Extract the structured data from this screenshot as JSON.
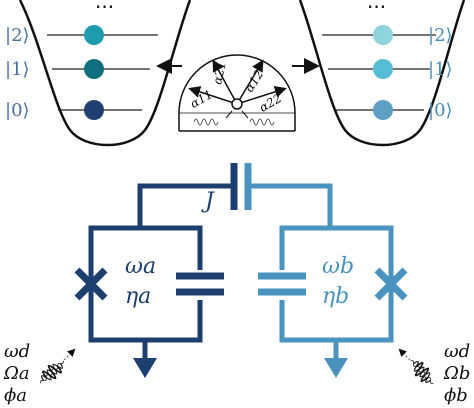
{
  "colors": {
    "dark": "#1c3f6e",
    "mid": "#0e6a7e",
    "light": "#4593c0",
    "lightest": "#8fd3dc",
    "right_mid": "#5bbad3",
    "right_low": "#64a6c8",
    "text_dark": "#1c3f6e",
    "text_light": "#4d8bb3"
  },
  "left_well": {
    "ellipsis": "···",
    "kets": [
      "|2⟩",
      "|1⟩",
      "|0⟩"
    ]
  },
  "right_well": {
    "ellipsis": "···",
    "kets": [
      "|2⟩",
      "|1⟩",
      "|0⟩"
    ]
  },
  "dial": {
    "labels": [
      "α11",
      "α21",
      "α12",
      "α22"
    ]
  },
  "circuit": {
    "coupling_label": "J",
    "qubit_a": {
      "omega": "ωa",
      "eta": "ηa"
    },
    "qubit_b": {
      "omega": "ωb",
      "eta": "ηb"
    }
  },
  "drive_left": {
    "lines": [
      "ωd",
      "Ωa",
      "ϕa"
    ]
  },
  "drive_right": {
    "lines": [
      "ωd",
      "Ωb",
      "ϕb"
    ]
  },
  "icons": [
    "josephson-junction-icon",
    "capacitor-icon",
    "ground-arrow-icon",
    "drive-pulse-icon"
  ]
}
